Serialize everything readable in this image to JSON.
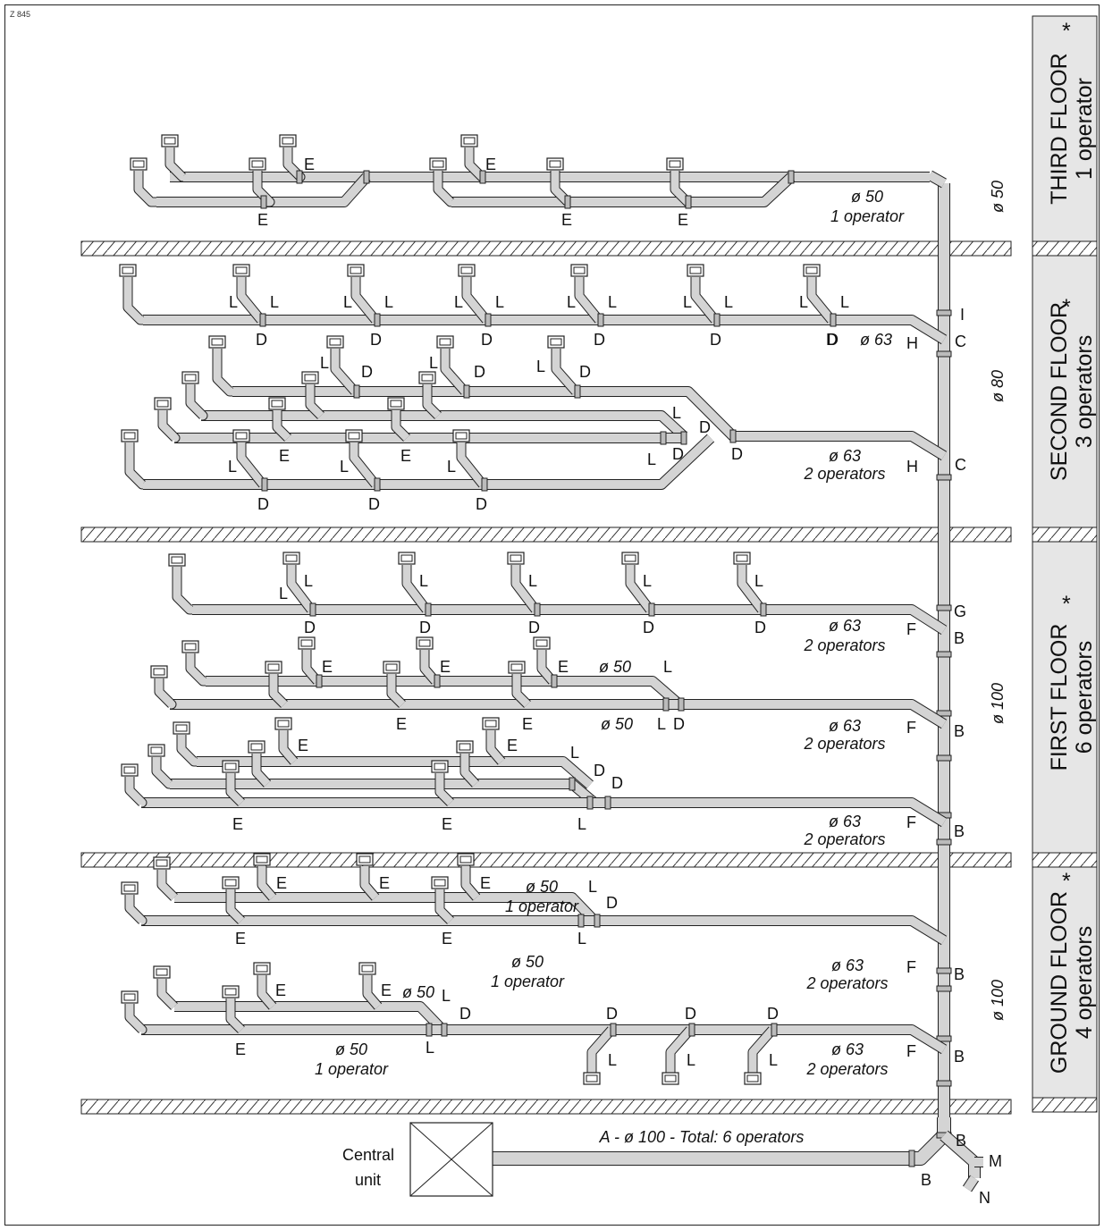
{
  "diagram_code": "Z 845",
  "floors": [
    {
      "name": "THIRD FLOOR",
      "sub": "1 operator",
      "star": "*"
    },
    {
      "name": "SECOND FLOOR",
      "sub": "3 operators",
      "star": "*"
    },
    {
      "name": "FIRST FLOOR",
      "sub": "6 operators",
      "star": "*"
    },
    {
      "name": "GROUND FLOOR",
      "sub": "4 operators",
      "star": "*"
    }
  ],
  "riser_diameters": {
    "third": "ø 50",
    "second": "ø 80",
    "first": "ø 100",
    "ground": "ø 100"
  },
  "central_unit": {
    "line1": "Central",
    "line2": "unit"
  },
  "main_pipe_label": "A - ø 100 - Total: 6 operators",
  "branch_labels": {
    "t_dia": "ø 50",
    "t_ops": "1 operator",
    "s1_dia": "ø 63",
    "s2_dia": "ø 63",
    "s2_ops": "2 operators",
    "f1_dia": "ø 63",
    "f1_ops": "2 operators",
    "f2a": "ø 50",
    "f2b": "ø 50",
    "f2_dia": "ø 63",
    "f2_ops": "2 operators",
    "f3_dia": "ø 63",
    "f3_ops": "2 operators",
    "g1a_dia": "ø 50",
    "g1a_ops": "1 operator",
    "g1b_dia": "ø 50",
    "g1b_ops": "1 operator",
    "g1_dia": "ø 63",
    "g1_ops": "2 operators",
    "g2a": "ø 50",
    "g2b_dia": "ø 50",
    "g2b_ops": "1 operator",
    "g2_dia": "ø 63",
    "g2_ops": "2 operators"
  },
  "letters": {
    "A": "A",
    "B": "B",
    "C": "C",
    "D": "D",
    "E": "E",
    "F": "F",
    "G": "G",
    "H": "H",
    "I": "I",
    "L": "L",
    "M": "M",
    "N": "N"
  },
  "colors": {
    "pipe": "#d4d4d4",
    "stroke": "#222222",
    "hatch": "#333333",
    "panel": "#e6e6e6"
  }
}
